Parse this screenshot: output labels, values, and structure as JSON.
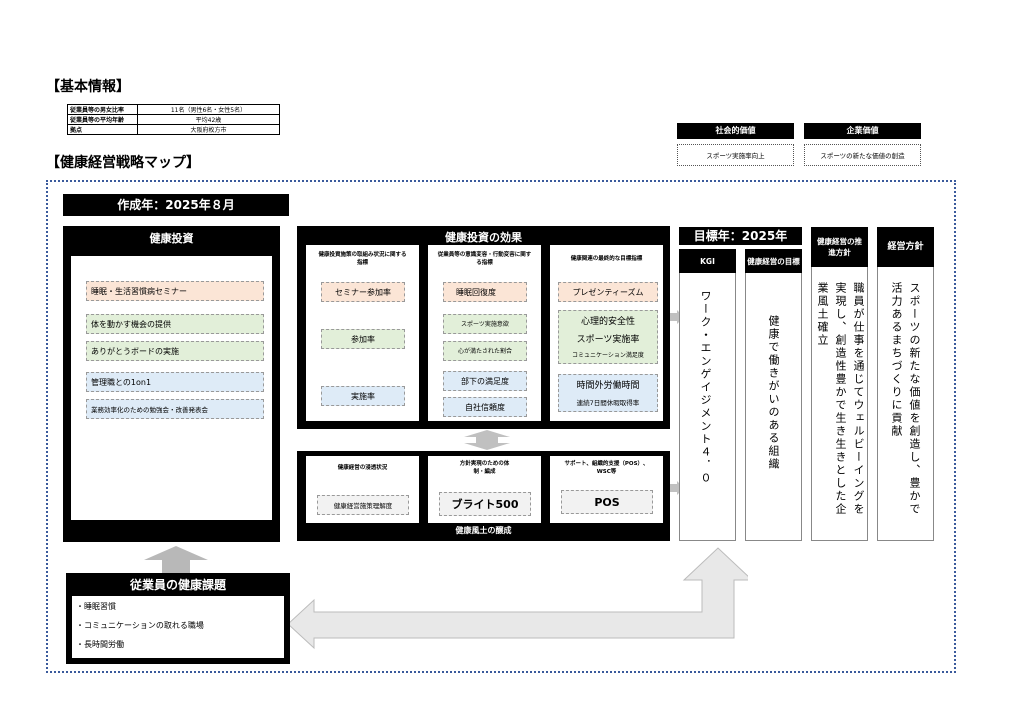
{
  "basic_info": {
    "title": "【基本情報】",
    "rows": [
      {
        "label": "従業員等の男女比率",
        "value": "11名（男性6名・女性5名）"
      },
      {
        "label": "従業員等の平均年齢",
        "value": "平均42歳"
      },
      {
        "label": "拠点",
        "value": "大阪府枚方市"
      }
    ]
  },
  "values": {
    "social": {
      "head": "社会的価値",
      "body": "スポーツ実施率向上"
    },
    "corporate": {
      "head": "企業価値",
      "body": "スポーツの新たな価値の創造"
    }
  },
  "map_title": "【健康経営戦略マップ】",
  "created_year": "作成年：2025年８月",
  "investment": {
    "title": "健康投資",
    "items": [
      "睡眠・生活習慣病セミナー",
      "体を動かす機会の提供",
      "ありがとうボードの実施",
      "管理職との1on1",
      "業務効率化のための勉強会・改善発表会"
    ]
  },
  "effects": {
    "title": "健康投資の効果",
    "col1": {
      "head": "健康投資施策の取組み状況に関する指標",
      "items": [
        "セミナー参加率",
        "参加率",
        "実施率"
      ]
    },
    "col2": {
      "head": "従業員等の意識変容・行動変容に関する指標",
      "items": [
        "睡眠回復度",
        "スポーツ実施意欲",
        "心が満たされた割合",
        "部下の満足度",
        "自社信頼度"
      ]
    },
    "col3": {
      "head": "健康関連の最終的な目標指標",
      "items": [
        "プレゼンティーズム",
        "心理的安全性",
        "スポーツ実施率",
        "コミュニケーション満足度",
        "時間外労働時間",
        "連続7日間休暇取得率"
      ]
    }
  },
  "culture": {
    "col1": {
      "head": "健康経営の浸透状況",
      "item": "健康経営施策理解度"
    },
    "col2": {
      "head": "方針実現のための体制・編成",
      "item": "ブライト500"
    },
    "col3": {
      "head": "サポート、組織的支援（POS）、WSC等",
      "item": "POS"
    },
    "footer": "健康風土の醸成"
  },
  "target_year": "目標年：2025年",
  "kgi": {
    "head": "KGI",
    "text": "ワーク・エンゲイジメント４．０"
  },
  "goal": {
    "head": "健康経営の目標",
    "text": "健康で働きがいのある組織"
  },
  "promotion": {
    "head": "健康経営の推進方針",
    "text": "職員が仕事を通じてウェルビーイングを実現し、創造性豊かで生き生きとした企業風土確立"
  },
  "policy": {
    "head": "経営方針",
    "text": "スポーツの新たな価値を創造し、豊かで活力あるまちづくりに貢献"
  },
  "issues": {
    "title": "従業員の健康課題",
    "items": [
      "・睡眠習慣",
      "・コミュニケーションの取れる職場",
      "・長時間労働"
    ]
  }
}
